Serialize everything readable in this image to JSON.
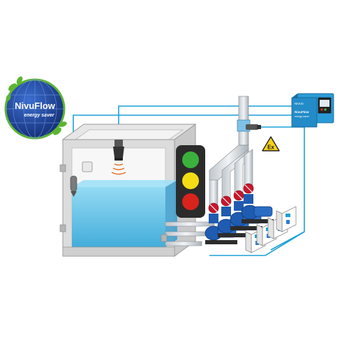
{
  "logo": {
    "title": "NivuFlow",
    "subtitle": "energy saver"
  },
  "controller": {
    "label_top": "NIVUS",
    "label_mid": "NivuFlow",
    "label_bottom": "energy saver"
  },
  "hazard_sign": {
    "label": "Ex"
  },
  "traffic_light": {
    "lights": [
      "green",
      "yellow",
      "red"
    ]
  },
  "colors": {
    "cable": "#1aa0d8",
    "water": "#5fc6e8",
    "tank_wall": "#d7d7d7",
    "pump": "#1f5bb0",
    "globe": "#1d3f9a",
    "leaf": "#5cb531"
  }
}
